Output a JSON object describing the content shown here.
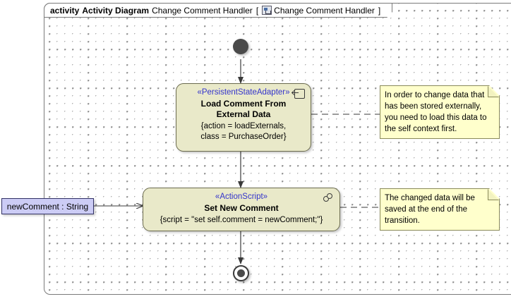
{
  "frame": {
    "keyword": "activity",
    "type_label": "Activity Diagram",
    "name": "Change Comment Handler",
    "bracket_open": "[",
    "bracket_close": "]",
    "qualified_name": "Change Comment Handler",
    "icon": "activity-class-icon"
  },
  "nodes": {
    "initial": {
      "name": "initial-node"
    },
    "final": {
      "name": "activity-final-node"
    },
    "load_comment": {
      "stereotype": "«PersistentStateAdapter»",
      "title_line1": "Load Comment From",
      "title_line2": "External Data",
      "body_line1": "{action = loadExternals,",
      "body_line2": "class = PurchaseOrder}",
      "icon": "adapter-icon"
    },
    "set_comment": {
      "stereotype": "«ActionScript»",
      "title": "Set New Comment",
      "body": "{script = \"set self.comment = newComment;\"}",
      "icon": "script-icon"
    }
  },
  "parameter": {
    "label": "newComment : String"
  },
  "notes": [
    {
      "line1": "In order to change data that",
      "line2": "has been stored externally,",
      "line3": "you need to load this data to",
      "line4": "the self context first."
    },
    {
      "line1": "The changed data will be",
      "line2": "saved at the end of the",
      "line3": "transition."
    }
  ],
  "colors": {
    "action_fill": "#E9E9C9",
    "action_border": "#6B6B4E",
    "note_fill": "#FFFFCC",
    "note_border": "#8A8A5A",
    "parameter_fill": "#CCCCF5",
    "parameter_border": "#333366",
    "stereotype_text": "#3333CC",
    "node_marker": "#4A4A4A",
    "frame_border": "#7A7A7A",
    "canvas_background": "#FFFFFF"
  }
}
